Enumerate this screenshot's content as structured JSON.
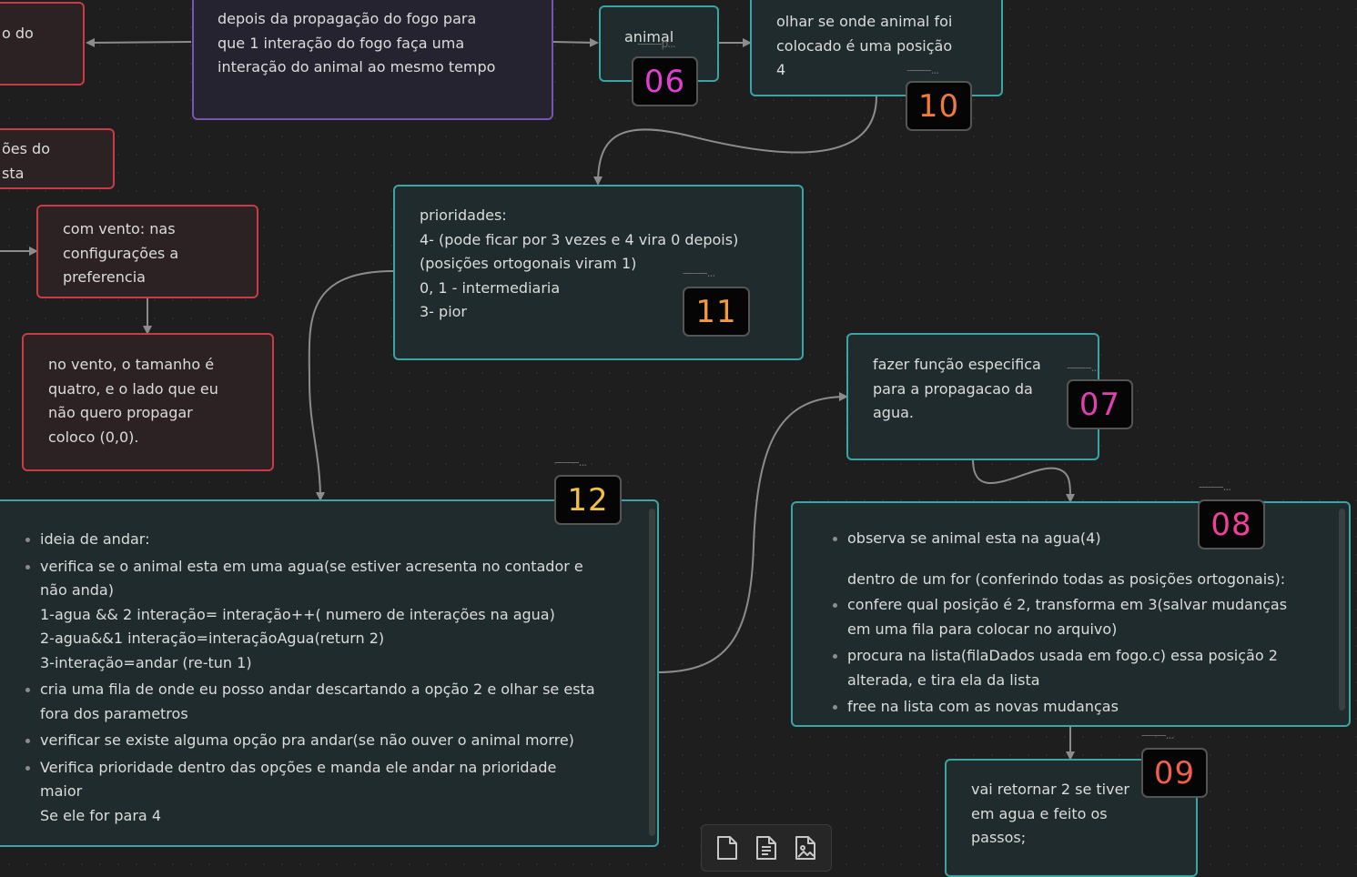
{
  "canvas": {
    "colors": {
      "background": "#1e1e1e",
      "red_card": "#c93b45",
      "purple_card": "#7a54b3",
      "teal_card": "#3aa5a5",
      "edge": "#8c8c8c"
    },
    "cards": {
      "red_a": {
        "text": "o do"
      },
      "purple_a": {
        "text": "depois da propagação do fogo para\nque 1 interação do fogo faça uma\ninteração do animal ao mesmo tempo"
      },
      "animal": {
        "text": "animal",
        "overflow": "--------p..."
      },
      "n10": {
        "text": "olhar se onde animal foi\ncolocado é uma posição\n4"
      },
      "red_b": {
        "text": "ões do\nsta"
      },
      "vento1": {
        "text": "com vento: nas\nconfigurações a\npreferencia"
      },
      "vento2": {
        "text": "no vento, o tamanho é\nquatro, e o lado que eu\nnão quero propagar\ncoloco (0,0)."
      },
      "n11": {
        "text": "prioridades:\n4- (pode ficar por 3 vezes e 4 vira 0 depois)\n(posições ortogonais viram 1)\n0, 1 - intermediaria\n3- pior"
      },
      "n07": {
        "text": "fazer função especifica\npara a propagacao da\nagua."
      },
      "n12": {
        "items": [
          {
            "bullet": true,
            "text": "ideia de andar:"
          },
          {
            "bullet": true,
            "text": "verifica se o animal esta em uma agua(se estiver acresenta no contador e\nnão anda)\n1-agua && 2 interação= interação++( numero de interações na agua)\n2-agua&&1 interação=interaçãoAgua(return 2)\n3-interação=andar (re-tun 1)"
          },
          {
            "bullet": true,
            "text": "cria uma fila de onde eu posso andar descartando a opção 2 e olhar se esta\nfora dos parametros"
          },
          {
            "bullet": true,
            "text": "verificar se existe alguma opção pra andar(se não ouver o animal morre)"
          },
          {
            "bullet": true,
            "text": "Verifica prioridade dentro das opções e manda ele andar na prioridade\nmaior\nSe ele for para 4"
          }
        ]
      },
      "n08": {
        "items": [
          {
            "bullet": true,
            "text": "observa se animal esta na agua(4)"
          },
          {
            "bullet": false,
            "text": "dentro de um for (conferindo todas as posições ortogonais):"
          },
          {
            "bullet": true,
            "text": "confere qual posição é 2, transforma em 3(salvar mudanças\nem uma fila para colocar no arquivo)"
          },
          {
            "bullet": true,
            "text": "procura na lista(filaDados usada em fogo.c) essa posição 2\nalterada, e tira ela da lista"
          },
          {
            "bullet": true,
            "text": "free na lista com as novas mudanças"
          }
        ]
      },
      "n09": {
        "text": "vai retornar 2 se tiver\nem agua e feito os\npassos;"
      }
    },
    "badges": {
      "b06": {
        "label": "06",
        "color": "#e040d0"
      },
      "b10": {
        "label": "10",
        "color": "#f07a3a"
      },
      "b11": {
        "label": "11",
        "color": "#f09a3c"
      },
      "b07": {
        "label": "07",
        "color": "#e040b0"
      },
      "b12": {
        "label": "12",
        "color": "#f0c040"
      },
      "b08": {
        "label": "08",
        "color": "#f0409a"
      },
      "b09": {
        "label": "09",
        "color": "#f0604a"
      }
    },
    "overflow_marker": "--------..."
  },
  "toolbar": {
    "items": [
      {
        "icon": "new-card-icon"
      },
      {
        "icon": "add-note-icon"
      },
      {
        "icon": "add-media-icon"
      }
    ]
  }
}
